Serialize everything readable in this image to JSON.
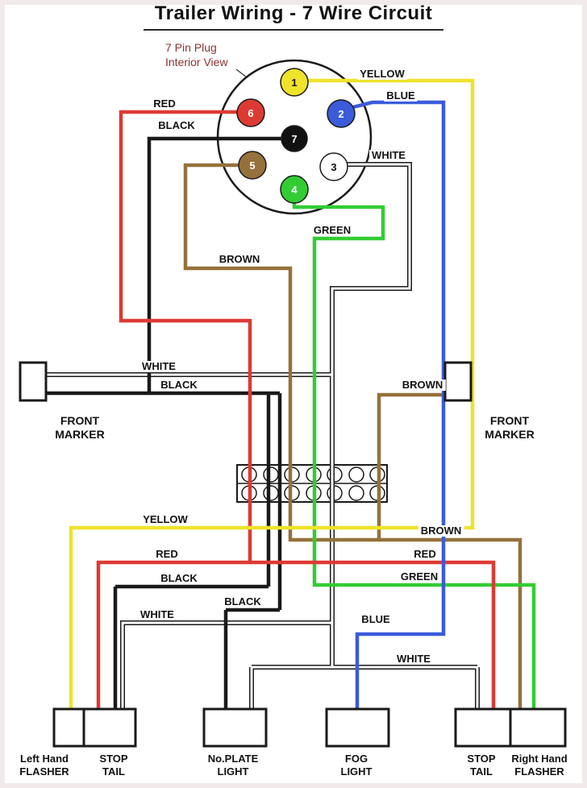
{
  "title": "Trailer Wiring - 7 Wire Circuit",
  "plug": {
    "caption": [
      "7 Pin Plug",
      "Interior View"
    ],
    "caption_color": "#8b3232",
    "pins": [
      {
        "num": "1",
        "color": "#efe32b",
        "text_color": "#111111"
      },
      {
        "num": "2",
        "color": "#3b5bdb",
        "text_color": "#ffffff"
      },
      {
        "num": "3",
        "color": "#ffffff",
        "text_color": "#111111"
      },
      {
        "num": "4",
        "color": "#33cc33",
        "text_color": "#ffffff"
      },
      {
        "num": "5",
        "color": "#96713b",
        "text_color": "#ffffff"
      },
      {
        "num": "6",
        "color": "#dd3a33",
        "text_color": "#ffffff"
      },
      {
        "num": "7",
        "color": "#111111",
        "text_color": "#ffffff"
      }
    ]
  },
  "wire_colors": {
    "yellow": "#efe32b",
    "blue": "#3b5bdb",
    "red": "#dd3a33",
    "green": "#33cc33",
    "brown": "#96713b",
    "black": "#1a1a1a",
    "white": "#ffffff"
  },
  "wire_labels": {
    "red_top": "RED",
    "black_top": "BLACK",
    "yellow_top": "YELLOW",
    "blue_top": "BLUE",
    "white_top": "WHITE",
    "green_mid": "GREEN",
    "brown_mid": "BROWN",
    "white_left": "WHITE",
    "black_left": "BLACK",
    "brown_right": "BROWN",
    "yellow_low": "YELLOW",
    "brown_low": "BROWN",
    "red_low_left": "RED",
    "red_low_right": "RED",
    "black_low": "BLACK",
    "green_low": "GREEN",
    "black_plate": "BLACK",
    "white_low_left": "WHITE",
    "blue_low": "BLUE",
    "white_low_right": "WHITE"
  },
  "markers": {
    "left": [
      "FRONT",
      "MARKER"
    ],
    "right": [
      "FRONT",
      "MARKER"
    ]
  },
  "bottom_labels": [
    [
      "Left Hand",
      "FLASHER"
    ],
    [
      "STOP",
      "TAIL"
    ],
    [
      "No.PLATE",
      "LIGHT"
    ],
    [
      "FOG",
      "LIGHT"
    ],
    [
      "STOP",
      "TAIL"
    ],
    [
      "Right Hand",
      "FLASHER"
    ]
  ]
}
